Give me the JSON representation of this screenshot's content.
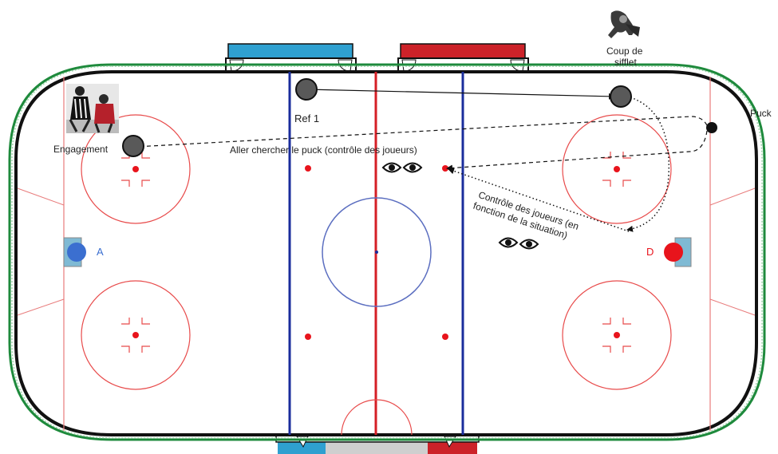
{
  "labels": {
    "ref": "Ref 1",
    "whistle": "Coup de sifflet",
    "puck": "Puck",
    "faceoff": "Engagement",
    "fetch_puck": "Aller chercher le puck (contrôle des joueurs)",
    "control_players": "Contrôle des joueurs (en fonction de la situation)",
    "team_a": "A",
    "team_d": "D"
  },
  "colors": {
    "team_a": "#3b6fd0",
    "team_d": "#e8141c",
    "bench_home": "#2fa0d0",
    "bench_away": "#cc2229",
    "board_trim": "#1e8a3c",
    "center_line": "#d51f26",
    "blue_line": "#1a2d9c"
  },
  "icons": {
    "whistle": "whistle-icon",
    "eyes": "eyes-icon",
    "photo": "faceoff-photo"
  }
}
